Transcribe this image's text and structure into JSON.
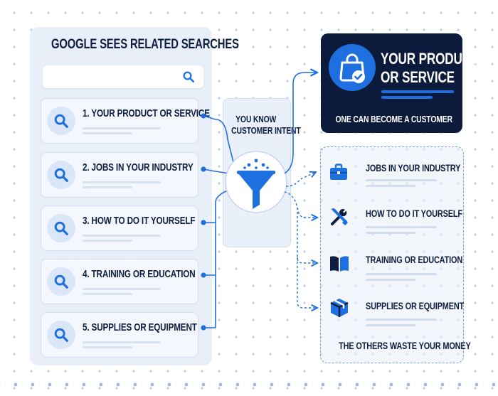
{
  "left_panel": {
    "title": "GOOGLE SEES RELATED SEARCHES",
    "search_icon": "search-icon",
    "items": [
      {
        "label": "1. YOUR PRODUCT OR SERVICE",
        "icon": "search-icon"
      },
      {
        "label": "2. JOBS IN YOUR INDUSTRY",
        "icon": "search-icon"
      },
      {
        "label": "3. HOW TO DO IT YOURSELF",
        "icon": "search-icon"
      },
      {
        "label": "4. TRAINING OR EDUCATION",
        "icon": "search-icon"
      },
      {
        "label": "5. SUPPLIES OR EQUIPMENT",
        "icon": "search-icon"
      }
    ]
  },
  "middle": {
    "line1": "YOU KNOW",
    "line2": "CUSTOMER INTENT",
    "icon": "funnel-icon"
  },
  "product_card": {
    "title_line1": "YOUR PRODUCT",
    "title_line2": "OR SERVICE",
    "subtitle": "ONE CAN BECOME A CUSTOMER",
    "icon": "shopping-bag-check-icon"
  },
  "others": {
    "items": [
      {
        "label": "JOBS IN YOUR INDUSTRY",
        "icon": "briefcase-icon"
      },
      {
        "label": "HOW TO DO IT YOURSELF",
        "icon": "tools-icon"
      },
      {
        "label": "TRAINING OR EDUCATION",
        "icon": "book-icon"
      },
      {
        "label": "SUPPLIES OR EQUIPMENT",
        "icon": "box-icon"
      }
    ],
    "footer": "THE OTHERS WASTE YOUR MONEY"
  },
  "colors": {
    "accent": "#1e6fe0",
    "navy": "#0c1a3c",
    "panel": "#e9eff9"
  }
}
